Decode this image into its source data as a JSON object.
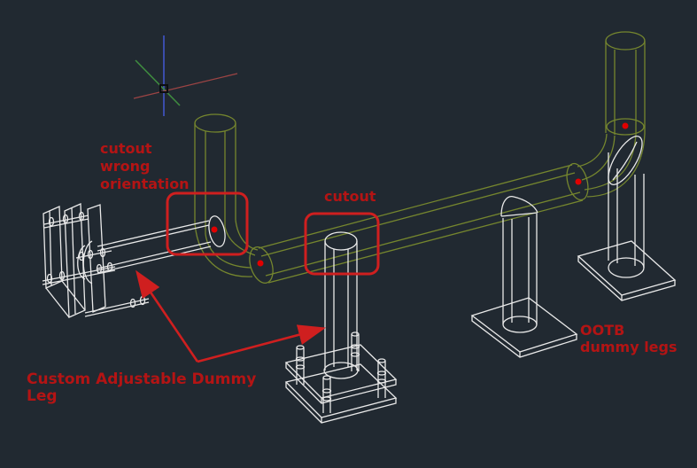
{
  "colors": {
    "background": "#212931",
    "pipe_green": "#75862e",
    "wireframe_white": "#e9e9e9",
    "annotation_red": "#b41414",
    "highlight_red": "#cf1f1f",
    "weld_dot_red": "#e00000",
    "axis_x_red": "#9c4444",
    "axis_y_green": "#3f8c3f",
    "axis_z_blue": "#4055c8"
  },
  "annotations": {
    "cutout_wrong_orientation": {
      "lines": [
        "cutout",
        "wrong",
        "orientation"
      ]
    },
    "cutout": {
      "text": "cutout"
    },
    "ootb_dummy_legs": {
      "lines": [
        "OOTB",
        "dummy legs"
      ]
    },
    "custom_adjustable": {
      "lines": [
        "Custom Adjustable Dummy",
        "Leg"
      ]
    }
  },
  "scene": {
    "weld_point_count": 4,
    "highlight_box_count": 2
  }
}
